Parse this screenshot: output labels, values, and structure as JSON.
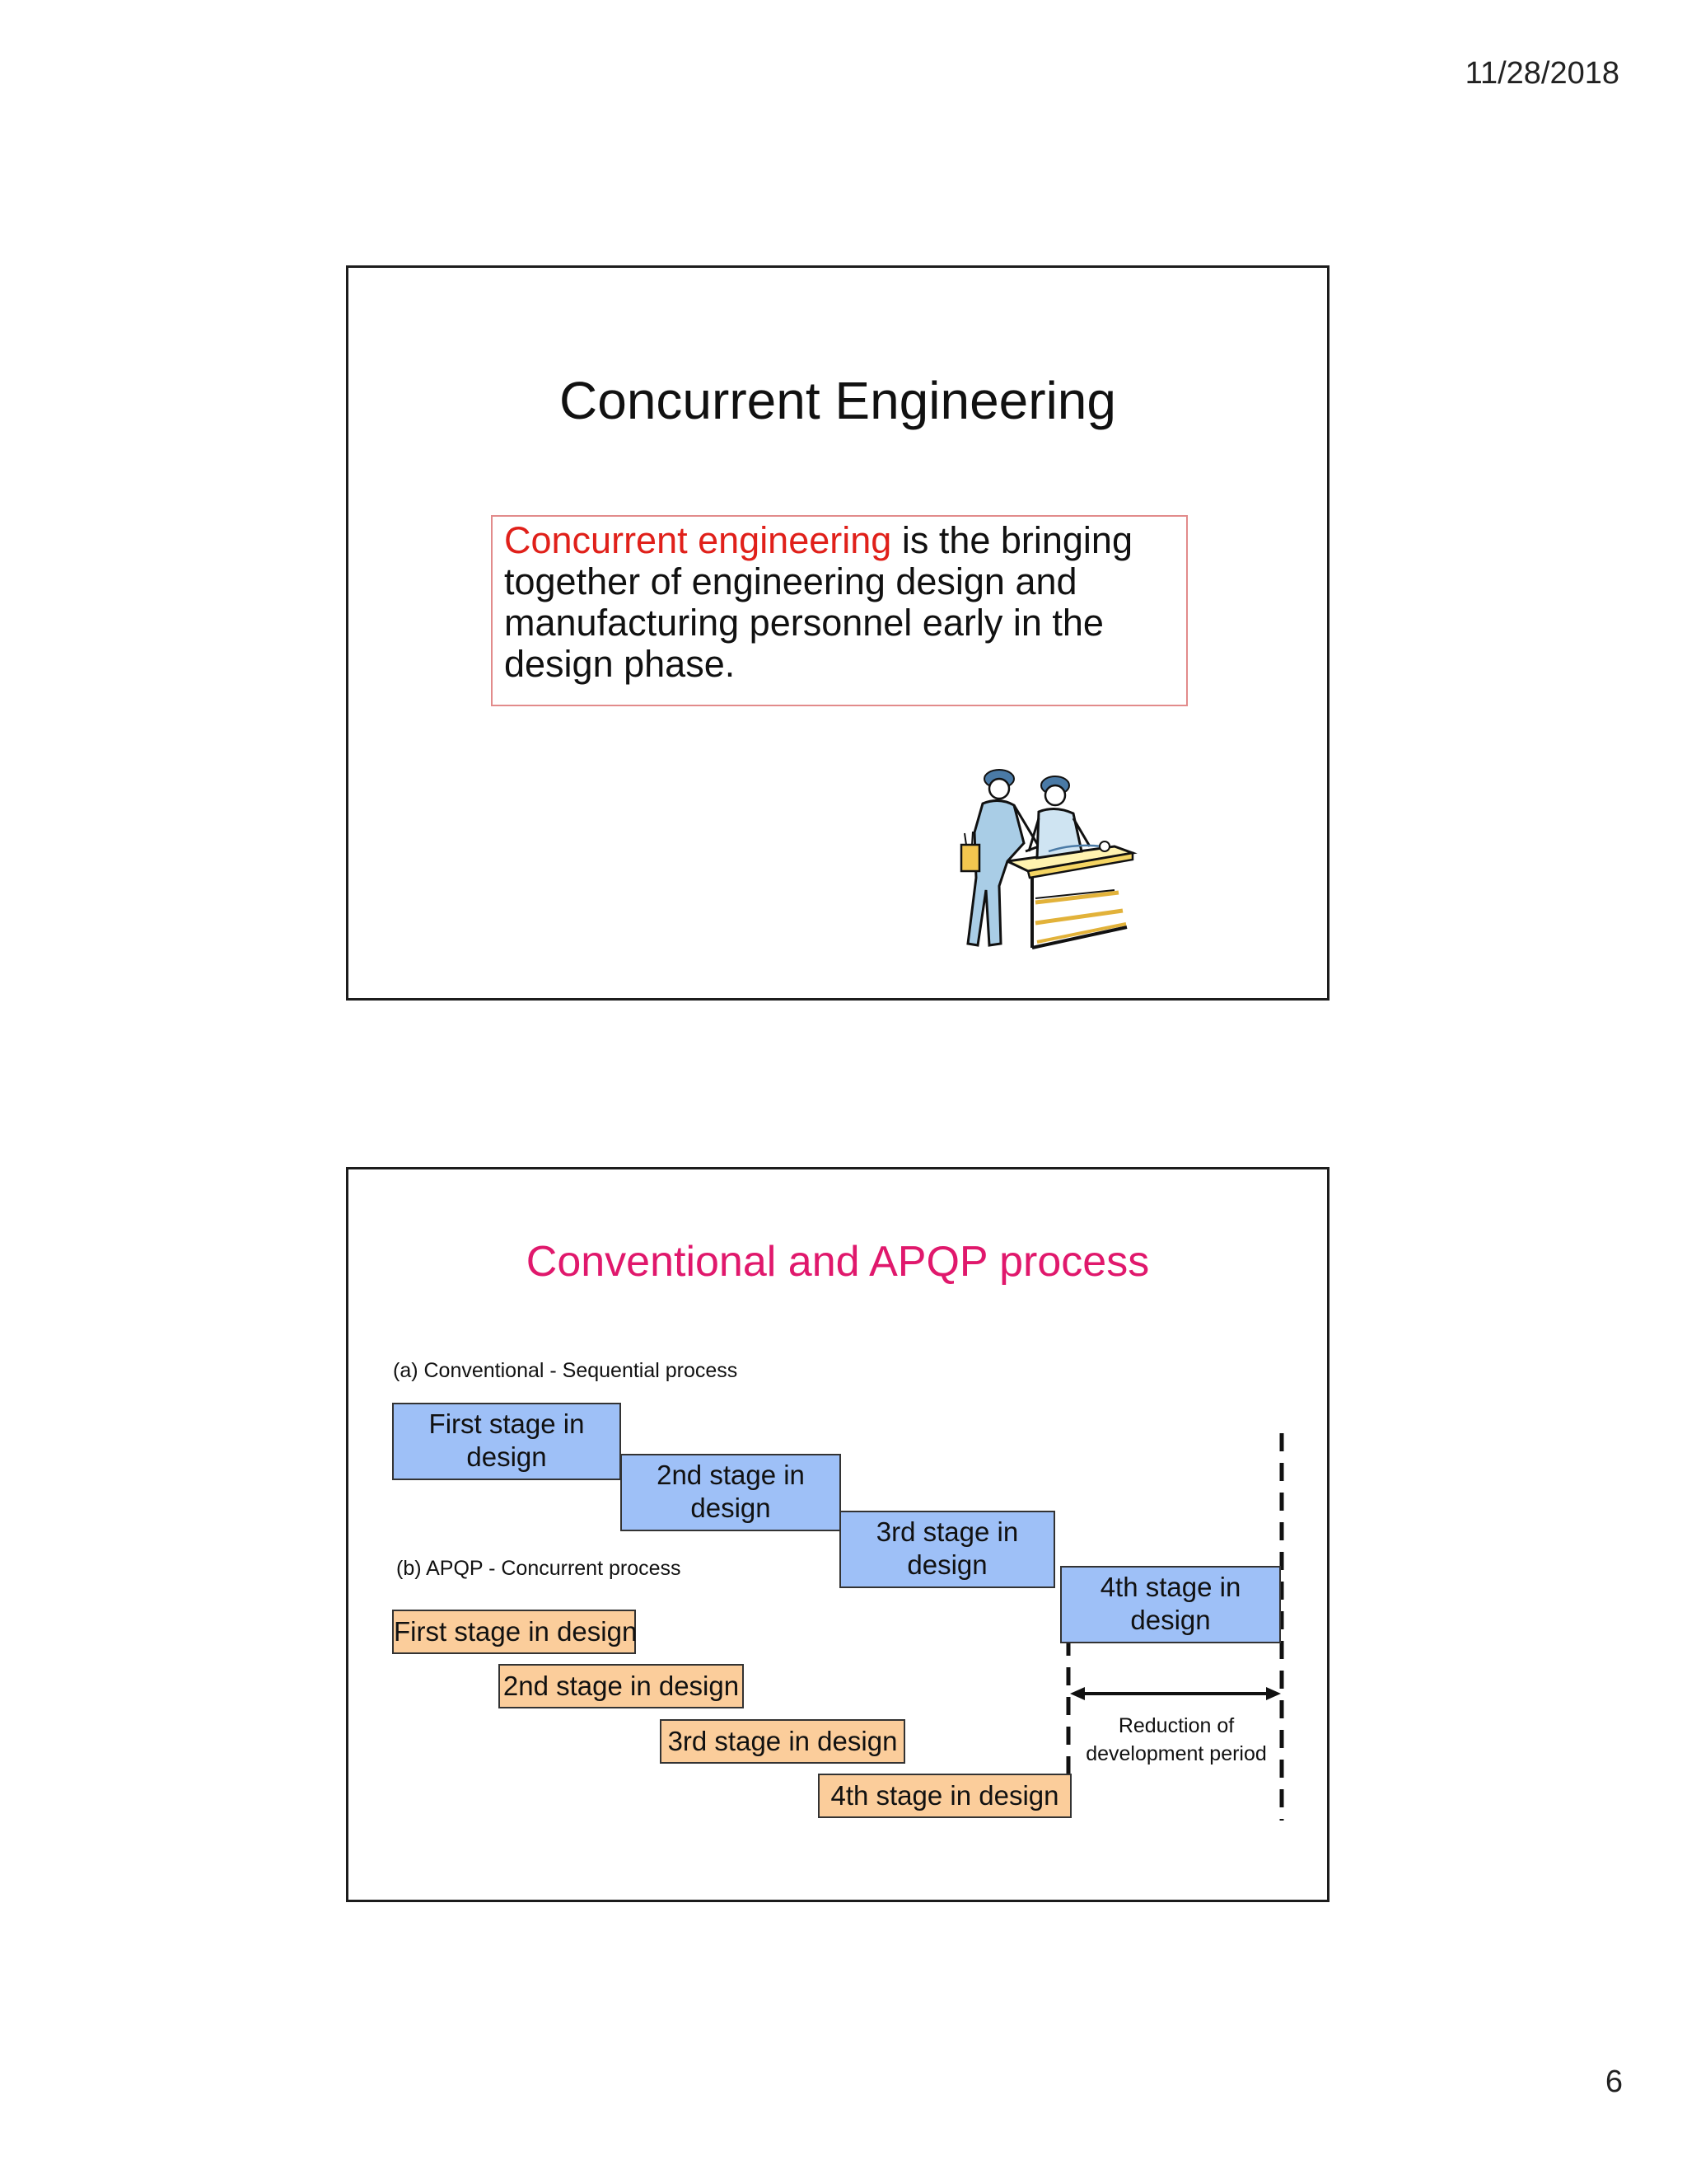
{
  "page": {
    "date": "11/28/2018",
    "number": "6"
  },
  "slide1": {
    "title": "Concurrent Engineering",
    "definition": {
      "highlight": "Concurrent engineering",
      "rest": " is the bringing together of engineering design and manufacturing personnel early in the design phase."
    },
    "illustration_icon": "engineers-at-drafting-table-icon"
  },
  "slide2": {
    "title": "Conventional and APQP process",
    "conventional": {
      "label": "(a)  Conventional - Sequential process",
      "stages": [
        {
          "line1": "First stage in",
          "line2": "design"
        },
        {
          "line1": "2nd stage in",
          "line2": "design"
        },
        {
          "line1": "3rd stage in",
          "line2": "design"
        },
        {
          "line1": "4th stage in",
          "line2": "design"
        }
      ]
    },
    "apqp": {
      "label": "(b)  APQP - Concurrent  process",
      "stages": [
        "First stage in design",
        "2nd stage in design",
        "3rd stage in design",
        "4th stage in design"
      ]
    },
    "reduction": {
      "line1": "Reduction of",
      "line2": "development period"
    },
    "colors": {
      "title": "#e0186c",
      "conventional_fill": "#9ec0f7",
      "apqp_fill": "#fbcd9b",
      "highlight": "#e0201a"
    }
  }
}
